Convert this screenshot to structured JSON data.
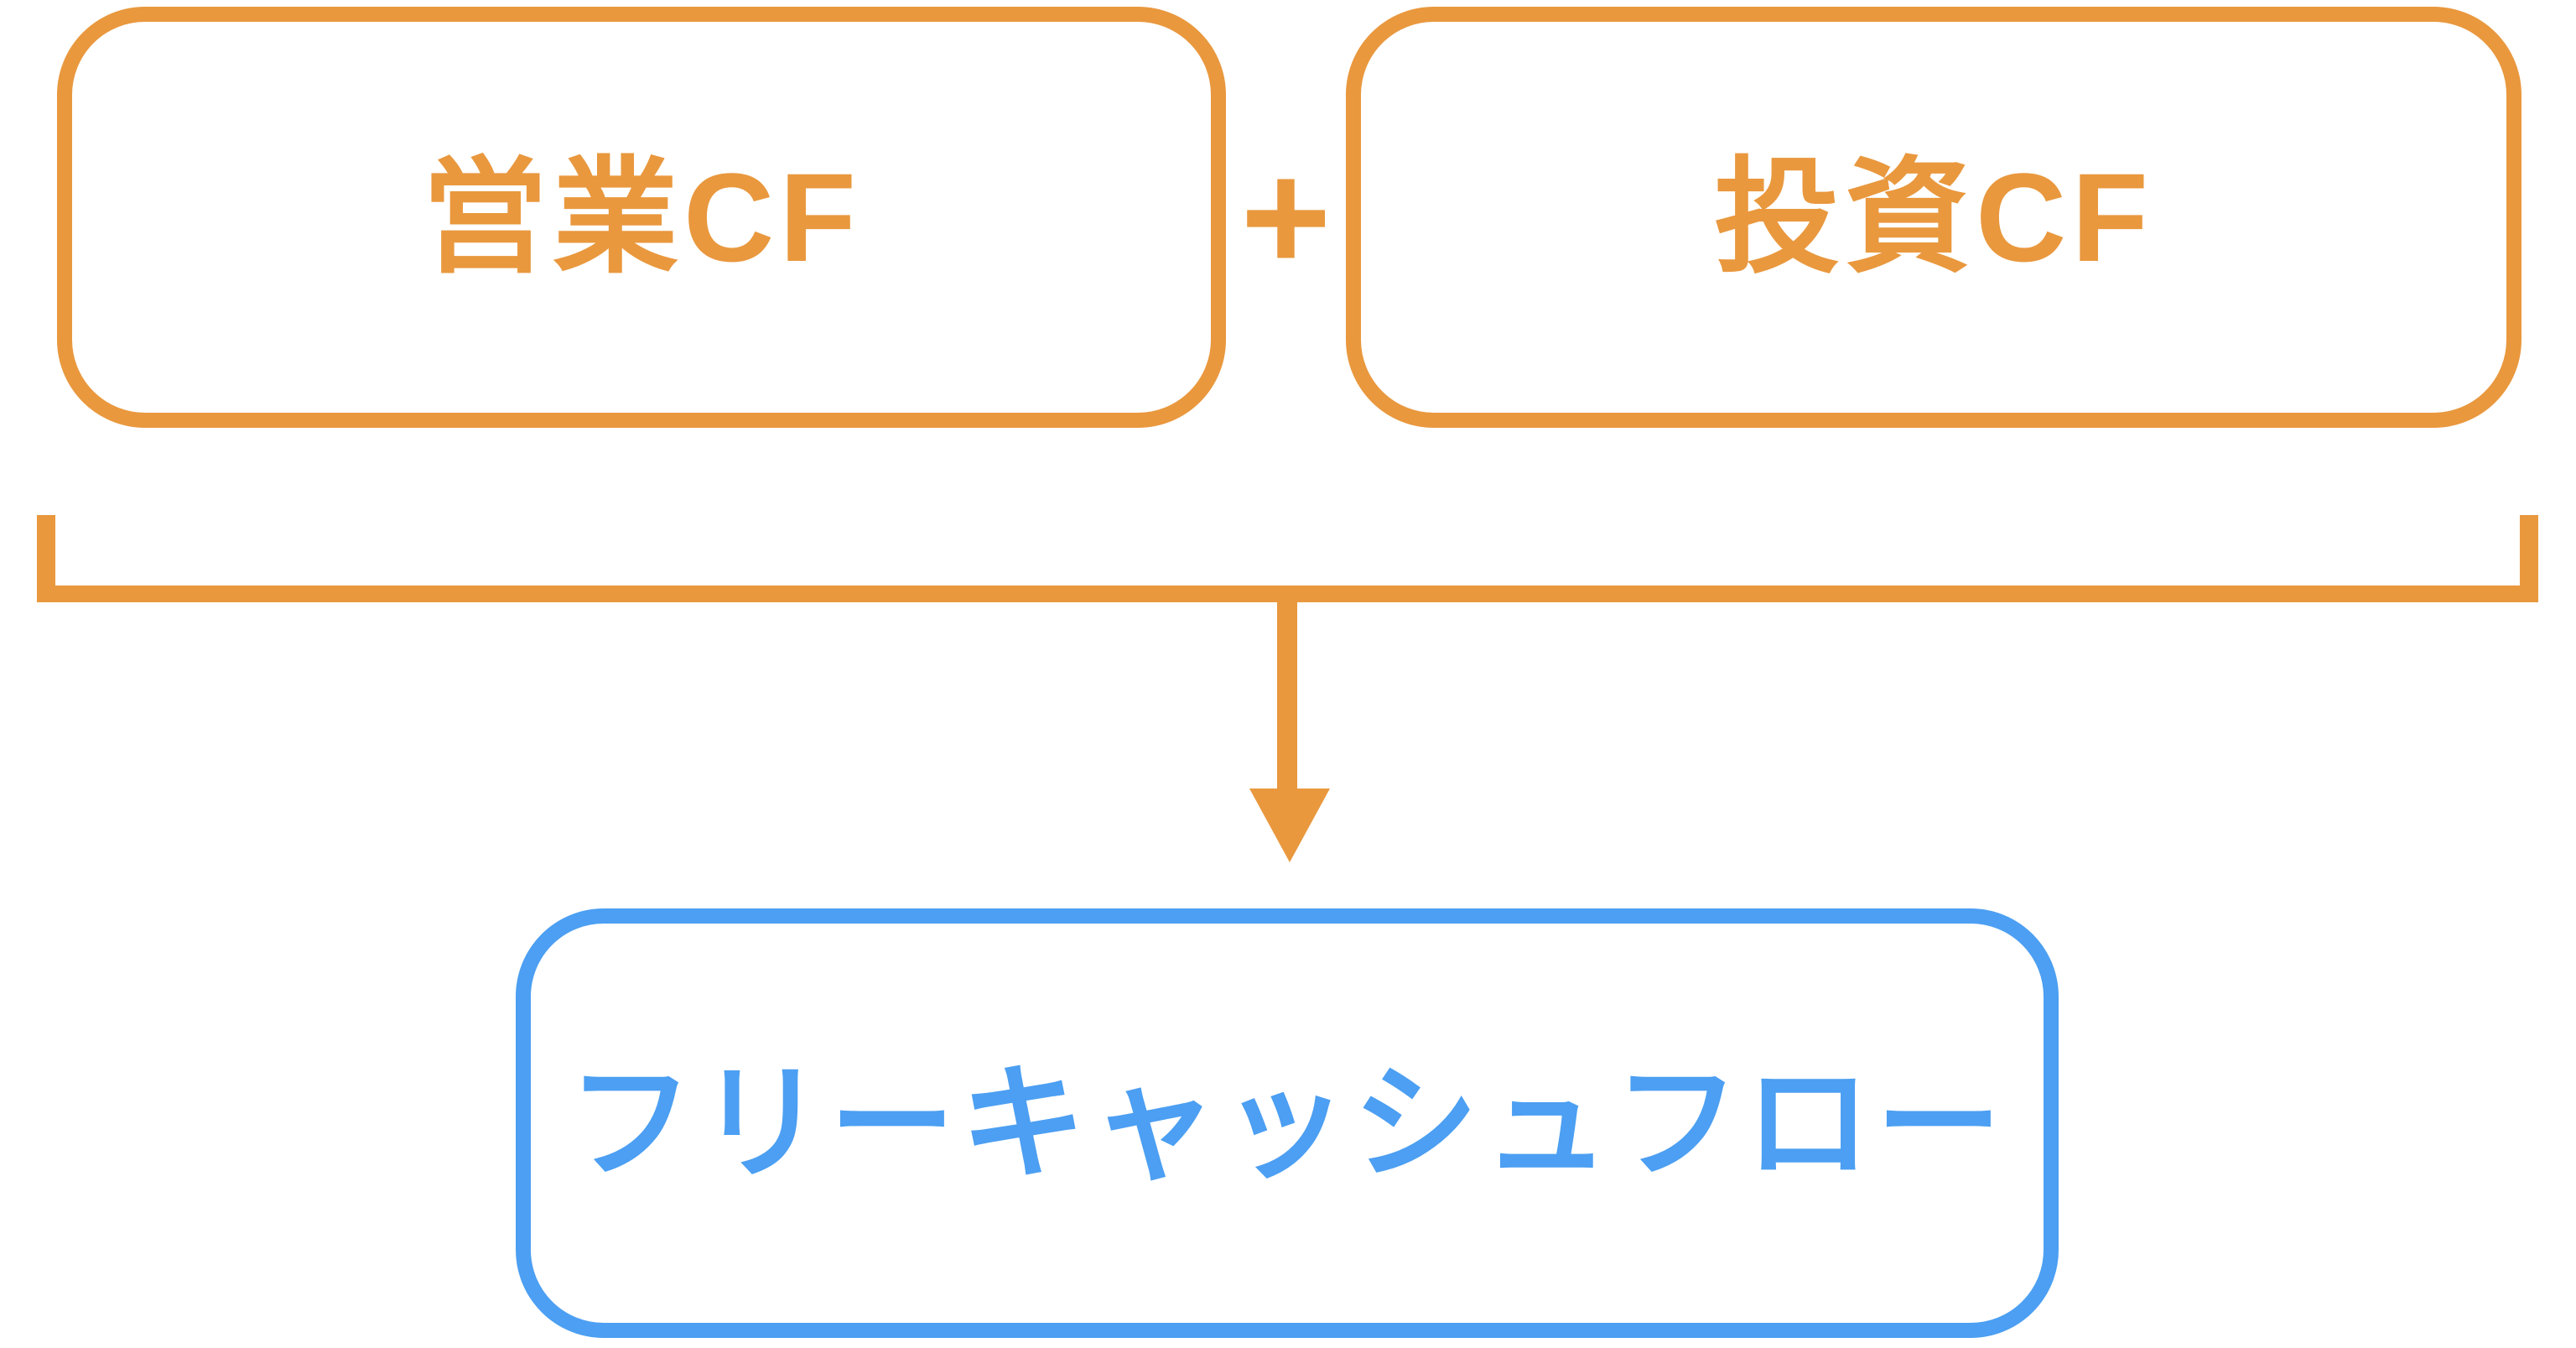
{
  "diagram": {
    "background": "#FFFFFF",
    "accent_orange": "#E9983E",
    "accent_blue": "#4C9FF2",
    "boxes": {
      "operating": {
        "label": "営業CF"
      },
      "investing": {
        "label": "投資CF"
      },
      "result": {
        "label": "フリーキャッシュフロー"
      }
    },
    "connector": {
      "operator": "+"
    }
  }
}
